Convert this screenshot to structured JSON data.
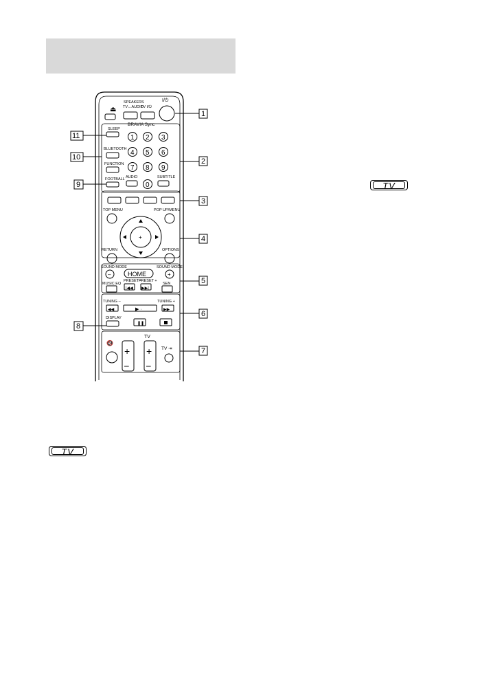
{
  "header_bar_text": "",
  "tv_badge_label": "TV",
  "remote": {
    "callouts": [
      "1",
      "2",
      "3",
      "4",
      "5",
      "6",
      "7",
      "8",
      "9",
      "10",
      "11"
    ],
    "row_top": {
      "eject_symbol": "⏏",
      "speakers_line1": "SPEAKERS",
      "speakers_line2": "TV↔AUDIO",
      "tv_power_label": "TV I/⏻",
      "bravia_sync": "BRAVIA Sync",
      "power_label": "I/⏻"
    },
    "left_labels": {
      "sleep": "SLEEP",
      "bluetooth": "BLUETOOTH",
      "function": "FUNCTION",
      "football": "FOOTBALL"
    },
    "numbers": [
      "1",
      "2",
      "3",
      "4",
      "5",
      "6",
      "7",
      "8",
      "9",
      "0"
    ],
    "audio_label": "AUDIO",
    "subtitle_label": "SUBTITLE",
    "top_menu": "TOP MENU",
    "popup_menu": "POP UP/MENU",
    "return_label": "RETURN",
    "options_label": "OPTIONS",
    "sound_mode_left": "SOUND MODE",
    "sound_mode_right": "SOUND MODE",
    "home_label": "HOME",
    "music_eq": "MUSIC EQ",
    "preset_minus": "PRESET –",
    "preset_plus": "PRESET +",
    "sen_label": "SEN",
    "tuning_minus": "TUNING –",
    "tuning_plus": "TUNING +",
    "display_label": "DISPLAY",
    "tv_vol_label": "TV",
    "tv_input_label": "TV ⇥",
    "plus": "+",
    "minus": "–"
  }
}
